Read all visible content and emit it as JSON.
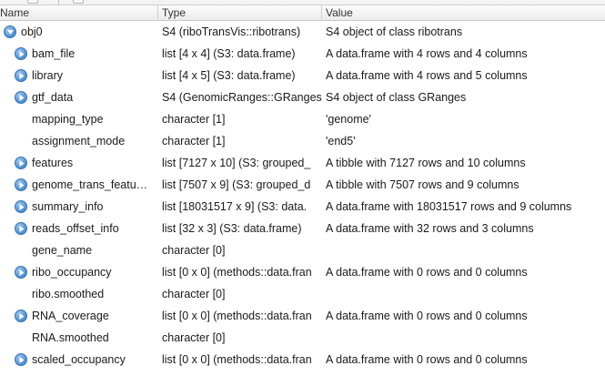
{
  "columns": {
    "name": "Name",
    "type": "Type",
    "value": "Value"
  },
  "rows": [
    {
      "name": "obj0",
      "type": "S4 (riboTransVis::ribotrans)",
      "value": "S4 object of class ribotrans",
      "depth": 0,
      "expander": "expanded"
    },
    {
      "name": "bam_file",
      "type": "list [4 x 4] (S3: data.frame)",
      "value": "A data.frame with 4 rows and 4 columns",
      "depth": 1,
      "expander": "collapsed"
    },
    {
      "name": "library",
      "type": "list [4 x 5] (S3: data.frame)",
      "value": "A data.frame with 4 rows and 5 columns",
      "depth": 1,
      "expander": "collapsed"
    },
    {
      "name": "gtf_data",
      "type": "S4 (GenomicRanges::GRanges",
      "value": "S4 object of class GRanges",
      "depth": 1,
      "expander": "collapsed"
    },
    {
      "name": "mapping_type",
      "type": "character [1]",
      "value": "'genome'",
      "depth": 1,
      "expander": "none"
    },
    {
      "name": "assignment_mode",
      "type": "character [1]",
      "value": "'end5'",
      "depth": 1,
      "expander": "none"
    },
    {
      "name": "features",
      "type": "list [7127 x 10] (S3: grouped_",
      "value": "A tibble with 7127 rows and 10 columns",
      "depth": 1,
      "expander": "collapsed"
    },
    {
      "name": "genome_trans_featu…",
      "type": "list [7507 x 9] (S3: grouped_d",
      "value": "A tibble with 7507 rows and 9 columns",
      "depth": 1,
      "expander": "collapsed"
    },
    {
      "name": "summary_info",
      "type": "list [18031517 x 9] (S3: data.",
      "value": "A data.frame with 18031517 rows and 9 columns",
      "depth": 1,
      "expander": "collapsed"
    },
    {
      "name": "reads_offset_info",
      "type": "list [32 x 3] (S3: data.frame)",
      "value": "A data.frame with 32 rows and 3 columns",
      "depth": 1,
      "expander": "collapsed"
    },
    {
      "name": "gene_name",
      "type": "character [0]",
      "value": "",
      "depth": 1,
      "expander": "none"
    },
    {
      "name": "ribo_occupancy",
      "type": "list [0 x 0] (methods::data.fran",
      "value": "A data.frame with 0 rows and 0 columns",
      "depth": 1,
      "expander": "collapsed"
    },
    {
      "name": "ribo.smoothed",
      "type": "character [0]",
      "value": "",
      "depth": 1,
      "expander": "none"
    },
    {
      "name": "RNA_coverage",
      "type": "list [0 x 0] (methods::data.fran",
      "value": "A data.frame with 0 rows and 0 columns",
      "depth": 1,
      "expander": "collapsed"
    },
    {
      "name": "RNA.smoothed",
      "type": "character [0]",
      "value": "",
      "depth": 1,
      "expander": "none"
    },
    {
      "name": "scaled_occupancy",
      "type": "list [0 x 0] (methods::data.fran",
      "value": "A data.frame with 0 rows and 0 columns",
      "depth": 1,
      "expander": "collapsed"
    }
  ]
}
